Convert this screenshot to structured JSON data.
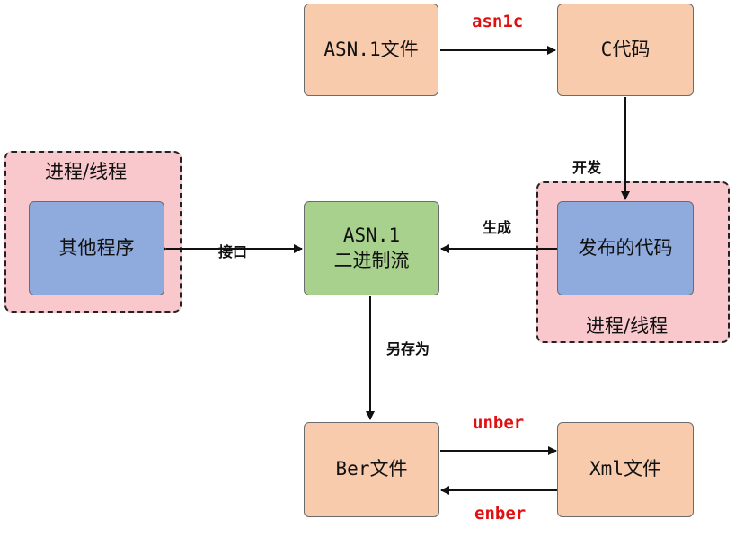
{
  "nodes": {
    "asn1_file": "ASN.1文件",
    "c_code": "C代码",
    "asn1_binary_line1": "ASN.1",
    "asn1_binary_line2": "二进制流",
    "published_code": "发布的代码",
    "other_program": "其他程序",
    "ber_file": "Ber文件",
    "xml_file": "Xml文件"
  },
  "groups": {
    "left_title": "进程/线程",
    "right_title": "进程/线程"
  },
  "edges": {
    "asn1c": "asn1c",
    "develop": "开发",
    "generate": "生成",
    "interface": "接口",
    "save_as": "另存为",
    "unber": "unber",
    "enber": "enber"
  },
  "colors": {
    "file_box": "#f8cbad",
    "binary_box": "#a9d18e",
    "program_box": "#8faadc",
    "group_fill": "#f8c8cc",
    "tool_label": "#e01010"
  }
}
